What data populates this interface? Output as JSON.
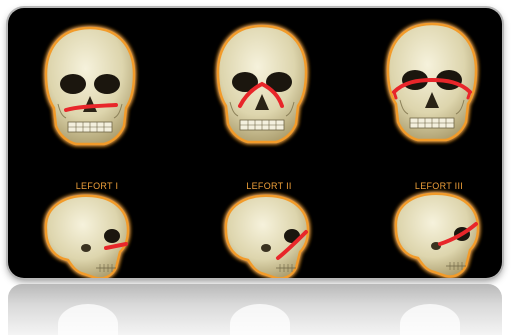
{
  "labels": {
    "lefort_1": "LEFORT I",
    "lefort_2": "LEFORT II",
    "lefort_3": "LEFORT III"
  },
  "colors": {
    "background": "#000000",
    "label": "#f0a13a",
    "fracture_line": "#e8262a",
    "bone": "#e9e3c4",
    "glow": "#f29b2b"
  },
  "icons": [
    "skull-front-icon",
    "skull-side-icon"
  ]
}
